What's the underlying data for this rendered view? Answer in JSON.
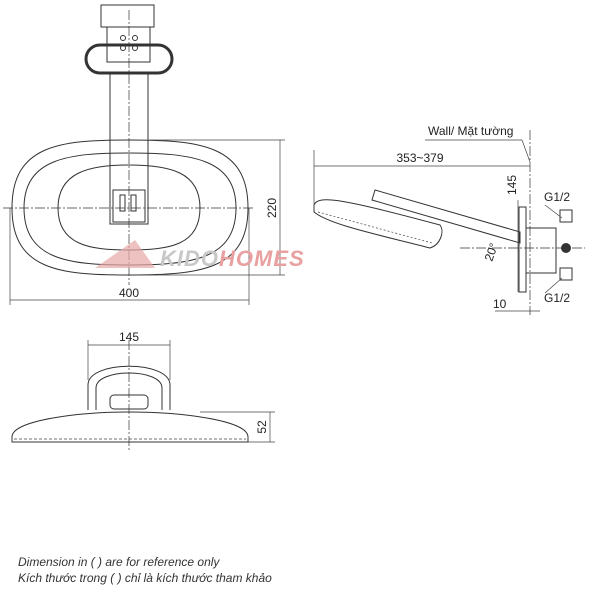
{
  "dimensions": {
    "width": "400",
    "depth": "220",
    "arm_length": "353~379",
    "head_height": "145",
    "side_height": "52",
    "flange": "10",
    "bracket_width": "145",
    "angle": "20°"
  },
  "labels": {
    "wall": "Wall/ Mặt tường",
    "thread_top": "G1/2",
    "thread_bottom": "G1/2"
  },
  "watermark": {
    "part1": "KIDO",
    "part2": "HOMES",
    "color1": "#c8c8c8",
    "color2": "#e8a0a0"
  },
  "notes": [
    "Dimension in ( ) are for reference only",
    "Kích thước trong ( ) chỉ là kích thước tham khảo"
  ]
}
